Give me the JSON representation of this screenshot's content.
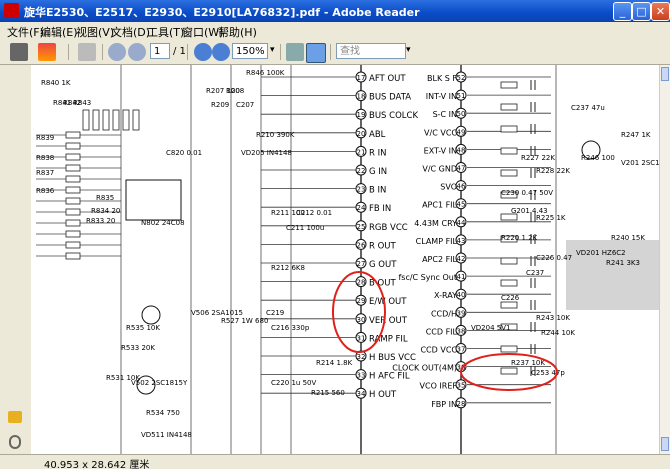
{
  "window": {
    "title": "旋华E2530、E2517、E2930、E2910[LA76832].pdf - Adobe Reader"
  },
  "menu": [
    "文件(F)",
    "编辑(E)",
    "视图(V)",
    "文档(D)",
    "工具(T)",
    "窗口(W)",
    "帮助(H)"
  ],
  "toolbar": {
    "page_current": "1",
    "page_total": "/ 1",
    "zoom": "150%",
    "search_placeholder": "查找"
  },
  "status": {
    "dimensions": "40.953 x 28.642 厘米"
  },
  "schematic": {
    "left_pins": [
      {
        "n": "17",
        "label": "AFT OUT"
      },
      {
        "n": "18",
        "label": "BUS DATA"
      },
      {
        "n": "19",
        "label": "BUS COLCK"
      },
      {
        "n": "20",
        "label": "ABL"
      },
      {
        "n": "21",
        "label": "R IN"
      },
      {
        "n": "22",
        "label": "G IN"
      },
      {
        "n": "23",
        "label": "B IN"
      },
      {
        "n": "24",
        "label": "FB IN"
      },
      {
        "n": "25",
        "label": "RGB VCC"
      },
      {
        "n": "26",
        "label": "R OUT"
      },
      {
        "n": "27",
        "label": "G OUT"
      },
      {
        "n": "28",
        "label": "B OUT"
      },
      {
        "n": "29",
        "label": "E/W OUT"
      },
      {
        "n": "30",
        "label": "VER OUT"
      },
      {
        "n": "31",
        "label": "RAMP FIL"
      },
      {
        "n": "32",
        "label": "H BUS VCC"
      },
      {
        "n": "33",
        "label": "H AFC FIL"
      },
      {
        "n": "34",
        "label": "H OUT"
      }
    ],
    "right_pins": [
      {
        "n": "52",
        "label": "BLK S F"
      },
      {
        "n": "51",
        "label": "INT-V IN"
      },
      {
        "n": "50",
        "label": "S-C IN"
      },
      {
        "n": "49",
        "label": "V/C VCC"
      },
      {
        "n": "48",
        "label": "EXT-V IN"
      },
      {
        "n": "47",
        "label": "V/C GND"
      },
      {
        "n": "46",
        "label": "SVO"
      },
      {
        "n": "45",
        "label": "APC1 FIL"
      },
      {
        "n": "44",
        "label": "4.43M CRY"
      },
      {
        "n": "43",
        "label": "CLAMP FIL"
      },
      {
        "n": "42",
        "label": "APC2 FIL"
      },
      {
        "n": "41",
        "label": "fsc/C Sync Out"
      },
      {
        "n": "40",
        "label": "X-RAY"
      },
      {
        "n": "39",
        "label": "CCD/H"
      },
      {
        "n": "38",
        "label": "CCD FIL"
      },
      {
        "n": "37",
        "label": "CCD VCC"
      },
      {
        "n": "36",
        "label": "CLOCK OUT(4M)"
      },
      {
        "n": "35",
        "label": "VCO IREF"
      },
      {
        "n": "28b",
        "label": "FBP IN"
      }
    ],
    "components": [
      {
        "t": "R846 100K"
      },
      {
        "t": "R209"
      },
      {
        "t": "C207"
      },
      {
        "t": "R207 100"
      },
      {
        "t": "R208"
      },
      {
        "t": "R840 1K"
      },
      {
        "t": "R841"
      },
      {
        "t": "R842"
      },
      {
        "t": "R843"
      },
      {
        "t": "R839"
      },
      {
        "t": "R838"
      },
      {
        "t": "R837"
      },
      {
        "t": "R836"
      },
      {
        "t": "R835"
      },
      {
        "t": "R834 20"
      },
      {
        "t": "R833 20"
      },
      {
        "t": "N802 24C08"
      },
      {
        "t": "C820 0.01"
      },
      {
        "t": "VD205 IN4148"
      },
      {
        "t": "R210 390K"
      },
      {
        "t": "C212 0.01"
      },
      {
        "t": "R211 100"
      },
      {
        "t": "C211 100u"
      },
      {
        "t": "R212 6K8"
      },
      {
        "t": "C219"
      },
      {
        "t": "C216 330p"
      },
      {
        "t": "R214 1.8K"
      },
      {
        "t": "C220 1u 50V"
      },
      {
        "t": "R215 560"
      },
      {
        "t": "V506 2SA1015"
      },
      {
        "t": "R535 10K"
      },
      {
        "t": "R533 20K"
      },
      {
        "t": "R527 1W 680"
      },
      {
        "t": "V502 2SC1815Y"
      },
      {
        "t": "R531 10K"
      },
      {
        "t": "R534 750"
      },
      {
        "t": "VD511 IN4148"
      },
      {
        "t": "R247 1K"
      },
      {
        "t": "R246 100"
      },
      {
        "t": "V201 2SC1015"
      },
      {
        "t": "C237 47u"
      },
      {
        "t": "R227 22K"
      },
      {
        "t": "R228 22K"
      },
      {
        "t": "C230 0.47 50V"
      },
      {
        "t": "G201 4.43"
      },
      {
        "t": "R225 1K"
      },
      {
        "t": "C226 0.47"
      },
      {
        "t": "R220 1.2K"
      },
      {
        "t": "C237"
      },
      {
        "t": "R243 10K"
      },
      {
        "t": "R244 10K"
      },
      {
        "t": "R237 10K"
      },
      {
        "t": "C253 47p"
      },
      {
        "t": "VD204 5V1"
      },
      {
        "t": "C226"
      },
      {
        "t": "VD201 HZ6C2"
      },
      {
        "t": "R240 15K"
      },
      {
        "t": "R241 3K3"
      }
    ]
  }
}
